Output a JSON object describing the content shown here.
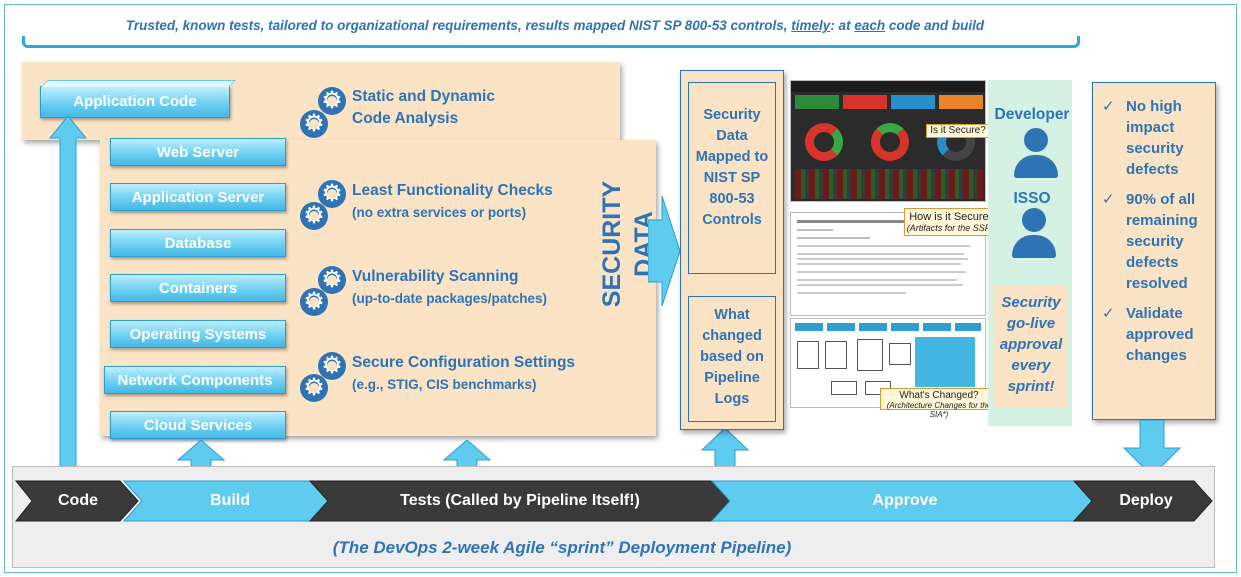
{
  "caption_top": {
    "part1": "Trusted, known tests, tailored to organizational requirements, results mapped NIST SP 800-53 controls, ",
    "timely": "timely",
    "part2": ": at ",
    "each": "each",
    "part3": " code and build"
  },
  "layers": [
    "Application Code",
    "Web Server",
    "Application Server",
    "Database",
    "Containers",
    "Operating Systems",
    "Network Components",
    "Cloud Services"
  ],
  "checks": [
    {
      "title": "Static and Dynamic",
      "title2": "Code Analysis",
      "sub": ""
    },
    {
      "title": "Least Functionality Checks",
      "title2": "",
      "sub": "(no extra services or ports)"
    },
    {
      "title": "Vulnerability Scanning",
      "title2": "",
      "sub": "(up-to-date packages/patches)"
    },
    {
      "title": "Secure Configuration Settings",
      "title2": "",
      "sub": "(e.g., STIG, CIS benchmarks)"
    }
  ],
  "security_data_label": "SECURITY DATA",
  "mapped_box": "Security Data Mapped to NIST SP 800-53 Controls",
  "changed_box": "What changed based on Pipeline Logs",
  "callouts": {
    "is_secure": "Is it Secure?",
    "how_secure": "How is it Secure?",
    "how_secure_sub": "(Artifacts for the SSP*)",
    "changed": "What's Changed?",
    "changed_sub": "(Architecture Changes for the SIA*)"
  },
  "roles": {
    "developer": "Developer",
    "isso": "ISSO"
  },
  "approval_text": "Security go-live approval every sprint!",
  "deploy_checks": [
    "No high impact security defects",
    "90% of all remaining security defects resolved",
    "Validate approved changes"
  ],
  "pipeline": [
    "Code",
    "Build",
    "Tests (Called by Pipeline Itself!)",
    "Approve",
    "Deploy"
  ],
  "caption_bottom": "(The DevOps 2-week Agile “sprint” Deployment Pipeline)",
  "colors": {
    "blue_text": "#2e74b5",
    "light_blue": "#5fcbef",
    "dark_chevron": "#3a3a3a",
    "peach": "#fbe3c6",
    "approval_green": "#d4f1e4"
  }
}
